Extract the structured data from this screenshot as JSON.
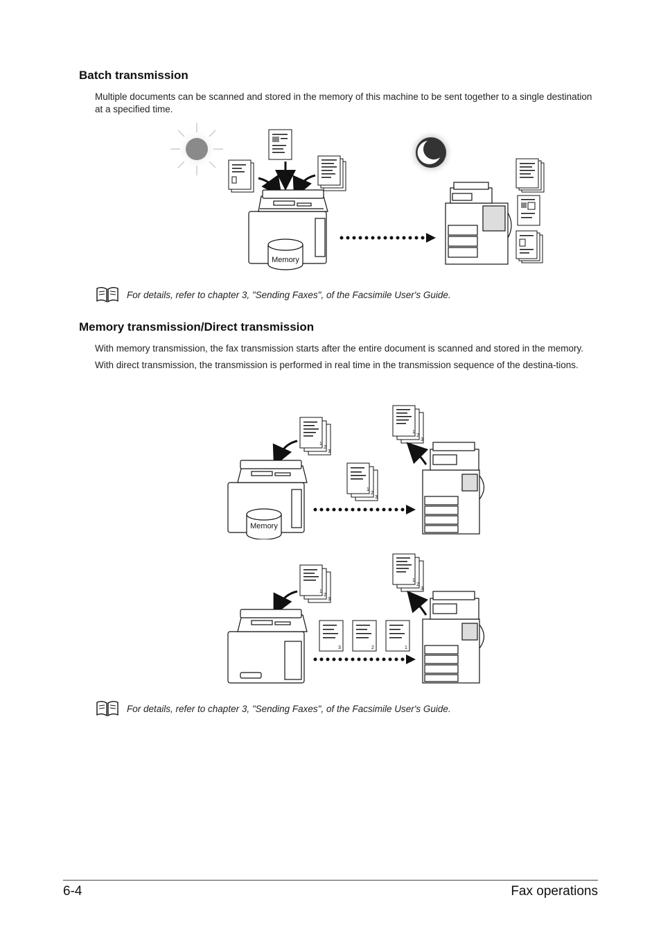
{
  "sections": [
    {
      "heading": "Batch transmission",
      "paragraphs": [
        "Multiple documents can be scanned and stored in the memory of this machine to be sent together to a single destination at a specified time."
      ],
      "note": "For details, refer to chapter 3, \"Sending Faxes\", of the Facsimile User's Guide."
    },
    {
      "heading": "Memory transmission/Direct transmission",
      "paragraphs": [
        "With memory transmission, the fax transmission starts after the entire document is scanned and stored in the memory.",
        "With direct transmission, the transmission is performed in real time in the transmission sequence of the destina-tions."
      ],
      "note": "For details, refer to chapter 3, \"Sending Faxes\", of the Facsimile User's Guide."
    }
  ],
  "illustrations": {
    "memory_label": "Memory",
    "page_numbers": [
      "1",
      "2",
      "3"
    ]
  },
  "footer": {
    "page_number": "6-4",
    "chapter_title": "Fax operations"
  },
  "icons": {
    "note": "book-icon",
    "day": "sun-icon",
    "night": "moon-icon"
  }
}
